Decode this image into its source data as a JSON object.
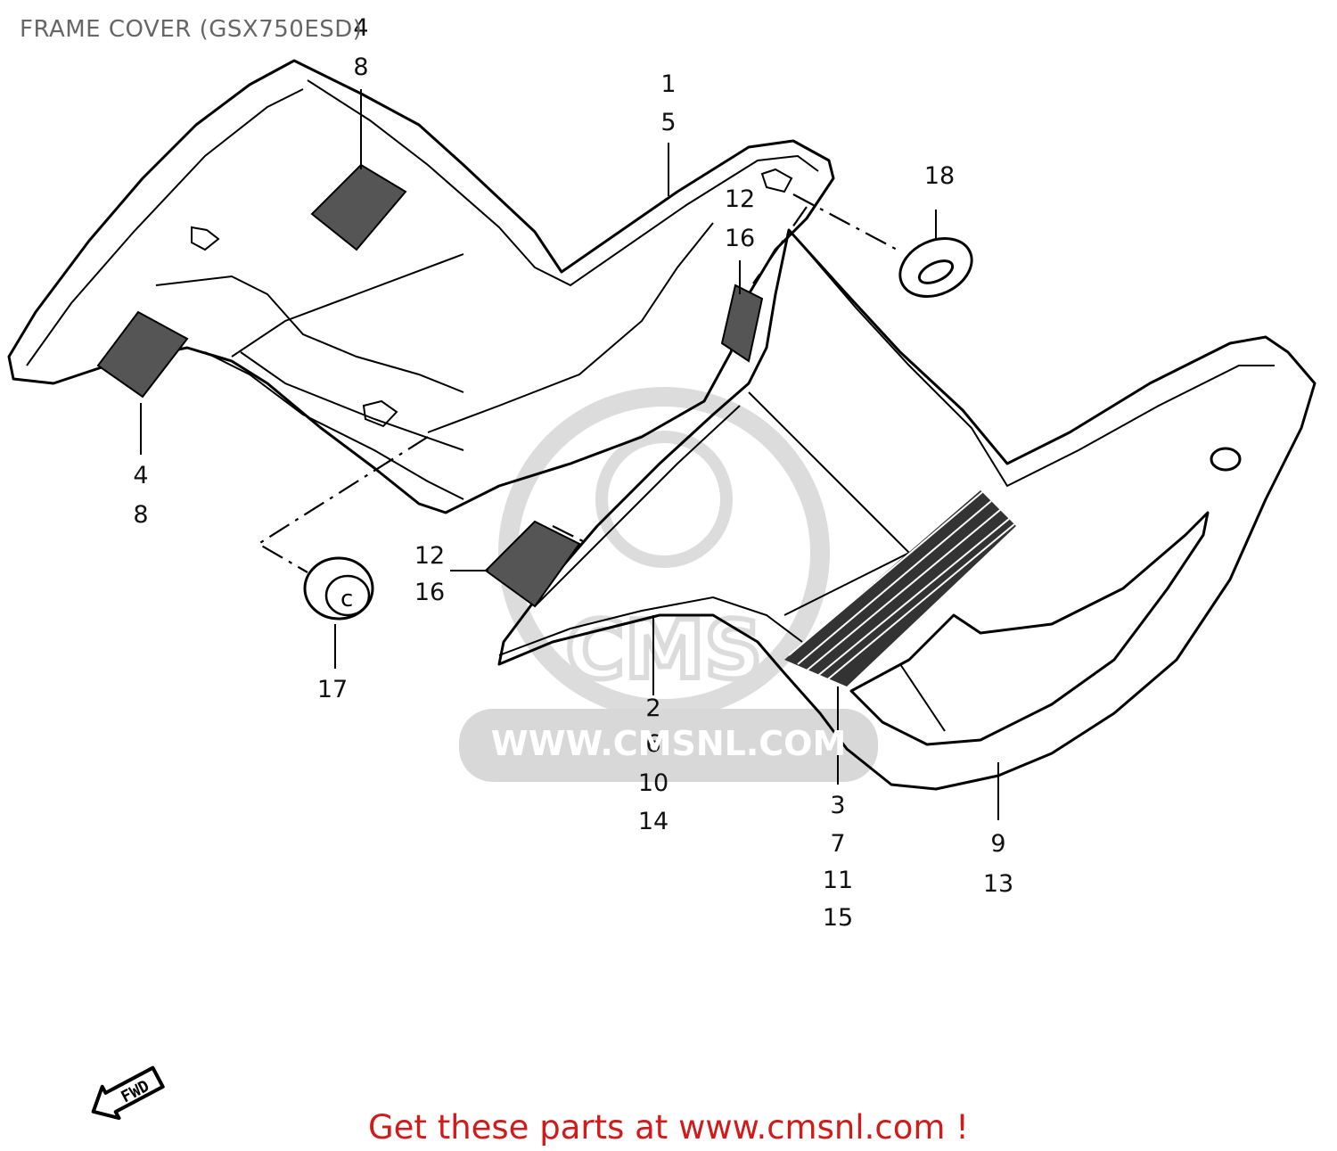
{
  "title": "FRAME COVER (GSX750ESD)",
  "footer": {
    "text": "Get these parts at www.cmsnl.com !",
    "color": "#d21a1a"
  },
  "watermark": {
    "text": "WWW.CMSNL.COM",
    "color": "#d8d8d8"
  },
  "direction_marker": {
    "label": "FWD",
    "icon": "forward-arrow-icon"
  },
  "callouts": [
    {
      "id": "c1",
      "lines": [
        "4",
        "8"
      ]
    },
    {
      "id": "c2",
      "lines": [
        "1",
        "5"
      ]
    },
    {
      "id": "c3",
      "lines": [
        "18"
      ]
    },
    {
      "id": "c4",
      "lines": [
        "12",
        "16"
      ]
    },
    {
      "id": "c5",
      "lines": [
        "4",
        "8"
      ]
    },
    {
      "id": "c6",
      "lines": [
        "12",
        "16"
      ]
    },
    {
      "id": "c7",
      "lines": [
        "17"
      ]
    },
    {
      "id": "c8",
      "lines": [
        "2",
        "6",
        "10",
        "14"
      ]
    },
    {
      "id": "c9",
      "lines": [
        "3",
        "7",
        "11",
        "15"
      ]
    },
    {
      "id": "c10",
      "lines": [
        "9",
        "13"
      ]
    }
  ]
}
